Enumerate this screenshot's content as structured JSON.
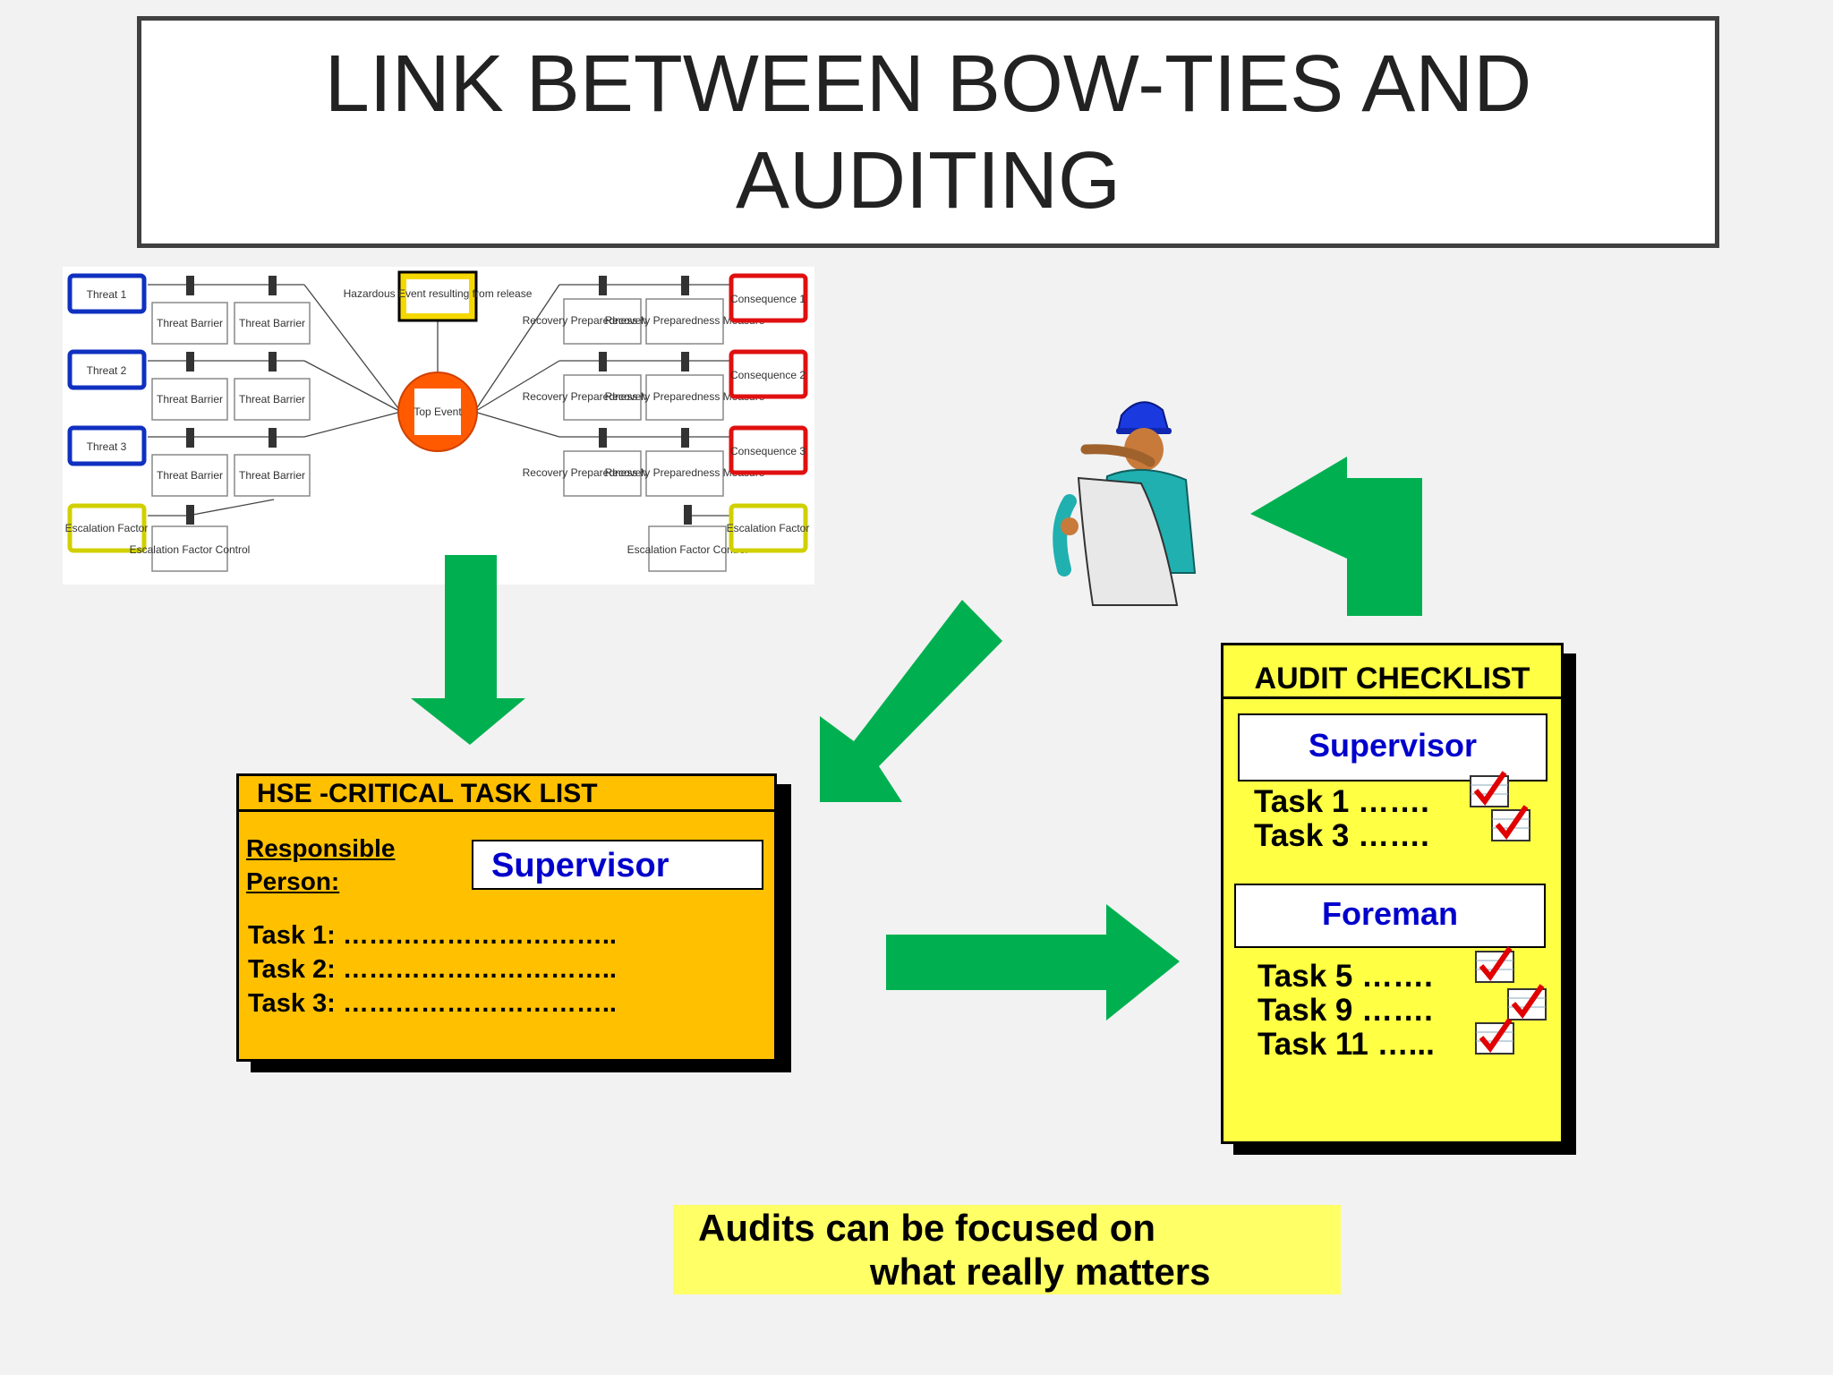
{
  "title": "LINK BETWEEN BOW-TIES AND AUDITING",
  "bowtie": {
    "threats": [
      "Threat 1",
      "Threat 2",
      "Threat 3"
    ],
    "escalation_factor": "Escalation Factor",
    "threat_barrier": "Threat Barrier",
    "escalation_factor_control": "Escalation Factor Control",
    "hazard": "Hazardous Event resulting from release",
    "top_event": "Top Event",
    "recovery_measure": "Recovery Preparedness Measure",
    "consequences": [
      "Consequence 1",
      "Consequence 2",
      "Consequence 3"
    ]
  },
  "hse_task_list": {
    "header": "HSE -CRITICAL TASK LIST",
    "responsible_label_1": "Responsible",
    "responsible_label_2": "Person:",
    "responsible_value": "Supervisor",
    "tasks": [
      "Task 1: …………………………..",
      "Task 2: …………………………..",
      "Task 3: ………………………….."
    ]
  },
  "audit_checklist": {
    "header": "AUDIT CHECKLIST",
    "role_1": "Supervisor",
    "role_1_tasks": [
      "Task 1 …….",
      "Task 3 ……."
    ],
    "role_2": "Foreman",
    "role_2_tasks": [
      "Task 5 …….",
      "Task 9 …….",
      "Task 11 …..."
    ]
  },
  "note": {
    "line1": "Audits can be focused on",
    "line2": "what  really matters"
  },
  "colors": {
    "arrow": "#00b050",
    "hse_fill": "#ffc000",
    "audit_fill": "#ffff44",
    "role_text": "#0000cc",
    "note_fill": "#ffff66",
    "check": "#e00000"
  }
}
